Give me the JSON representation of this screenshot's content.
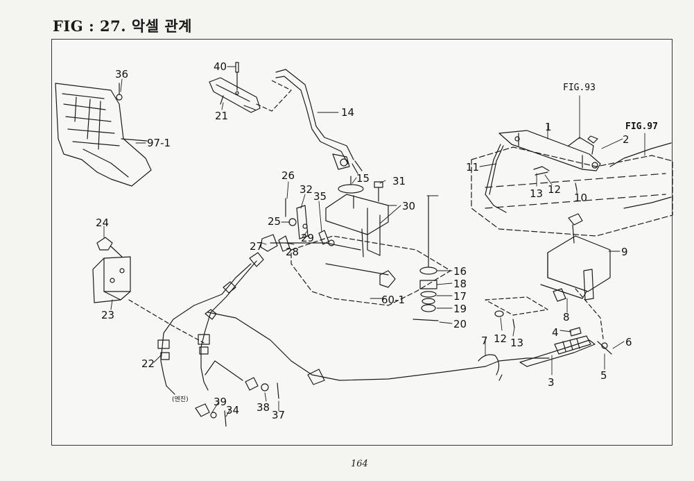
{
  "header": {
    "title": "FIG : 27. 악셀 관계"
  },
  "footer": {
    "page_number": "164"
  },
  "refs": {
    "fig93": "FIG.93",
    "fig97": "FIG.97"
  },
  "note": {
    "engine": "(엔진)"
  },
  "callouts": [
    "1",
    "2",
    "3",
    "4",
    "5",
    "6",
    "7",
    "8",
    "9",
    "10",
    "11",
    "12",
    "13",
    "14",
    "15",
    "16",
    "17",
    "18",
    "19",
    "20",
    "21",
    "22",
    "23",
    "24",
    "25",
    "26",
    "27",
    "28",
    "29",
    "30",
    "31",
    "32",
    "34",
    "35",
    "36",
    "37",
    "38",
    "39",
    "40",
    "97-1",
    "60-1",
    "12",
    "13"
  ]
}
